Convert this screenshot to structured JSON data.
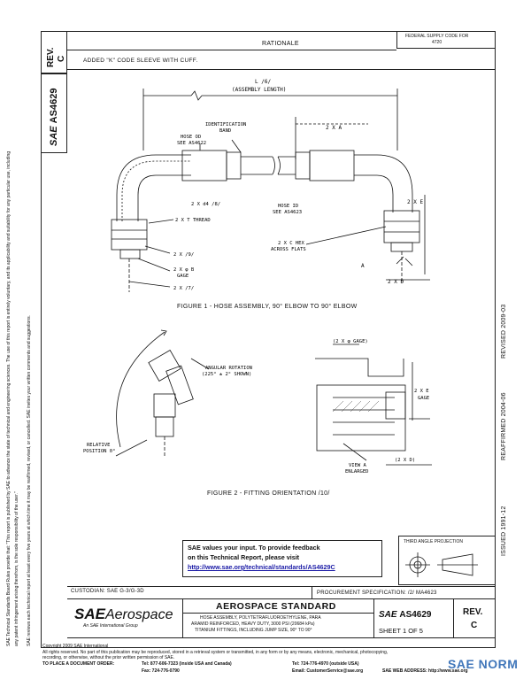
{
  "left_margin": {
    "rev_label": "REV.",
    "rev_value": "C",
    "doc_id": "AS4629",
    "sae_mark": "SAE",
    "notice_1": "SAE Technical Standards Board Rules provide that: \"This report is published by SAE to advance the state of technical and engineering sciences. The use of this report is entirely voluntary, and its applicability and suitability for any particular use, including any patent infringement arising therefrom, is the sole responsibility of the user.\"",
    "notice_2": "SAE reviews each technical report at least every five years at which time it may be reaffirmed, revised, or cancelled. SAE invites your written comments and suggestions."
  },
  "right_margin": {
    "revised": "REVISED 2009-03",
    "reaffirmed": "REAFFIRMED 2004-06",
    "issued": "ISSUED 1991-12"
  },
  "header": {
    "ref_line1": "FEDERAL SUPPLY CODE FOR",
    "ref_line2": "4720",
    "rationale_title": "RATIONALE",
    "rationale_text": "ADDED \"K\" CODE SLEEVE WITH CUFF."
  },
  "figure1": {
    "length_label": "L /6/",
    "assembly_length": "(ASSEMBLY LENGTH)",
    "id_band_1": "IDENTIFICATION",
    "id_band_2": "BAND",
    "hose_od_1": "HOSE OD",
    "hose_od_2": "SEE AS4622",
    "two_x_a": "2 X A",
    "two_x_d_ref": "2 X d4 /8/",
    "hose_id_1": "HOSE ID",
    "hose_id_2": "SEE AS4623",
    "thread": "2 X T THREAD",
    "two_x_e": "2 X E",
    "hex_1": "2 X C HEX",
    "hex_2": "ACROSS FLATS",
    "two_x_9": "2 X /9/",
    "b_gage_1": "2 X φ B",
    "b_gage_2": "GAGE",
    "two_x_7": "2 X /7/",
    "two_x_d": "2 X D",
    "view_letter": "A",
    "caption": "FIGURE 1 - HOSE ASSEMBLY, 90° ELBOW TO 90° ELBOW"
  },
  "figure2": {
    "angular_1": "ANGULAR ROTATION",
    "angular_2": "(225° ± 2° SHOWN)",
    "relative_1": "RELATIVE",
    "relative_2": "POSITION 0°",
    "gage_diam": "(2 X φ GAGE)",
    "two_x_e": "2 X E",
    "gage": "GAGE",
    "two_x_d": "(2 X D)",
    "view_1": "VIEW A",
    "view_2": "ENLARGED",
    "caption": "FIGURE 2 - FITTING ORIENTATION /10/"
  },
  "feedback": {
    "line1": "SAE values your input. To provide feedback",
    "line2": "on this Technical Report, please visit",
    "link": "http://www.sae.org/technical/standards/AS4629C"
  },
  "projection": {
    "title": "THIRD ANGLE PROJECTION"
  },
  "title_block": {
    "custodian": "CUSTODIAN: SAE G-3/G-3D",
    "procurement": "PROCUREMENT SPECIFICATION: /2/ MA4623",
    "logo_sae": "SAE",
    "logo_aero": "Aerospace",
    "logo_sub": "An SAE International Group",
    "standard": "AEROSPACE STANDARD",
    "desc_1": "HOSE ASSEMBLY, POLYTETRAFLUOROETHYLENE, PARA",
    "desc_2": "ARAMID REINFORCED, HEAVY DUTY, 3000 PSI (20684 kPa)",
    "desc_3": "TITANIUM FITTINGS, INCLUDING JUMP SIZE, 90° TO 90°",
    "doc_sae": "SAE",
    "doc_id": "AS4629",
    "sheet": "SHEET 1 OF 5",
    "rev_label": "REV.",
    "rev_value": "C"
  },
  "footer": {
    "copyright": "Copyright 2009 SAE International",
    "rights": "All rights reserved. No part of this publication may be reproduced, stored in a retrieval system or transmitted, in any form or by any means, electronic, mechanical, photocopying,",
    "rights_2": "recording, or otherwise, without the prior written permission of SAE.",
    "order_label": "TO PLACE A DOCUMENT ORDER:",
    "tel": "Tel: 877-606-7323 (inside USA and Canada)",
    "tel_2": "Tel: 724-776-4970 (outside USA)",
    "fax": "Fax: 724-776-0790",
    "email": "Email: CustomerService@sae.org",
    "web": "SAE WEB ADDRESS: http://www.sae.org",
    "watermark": "SAE NORM"
  }
}
